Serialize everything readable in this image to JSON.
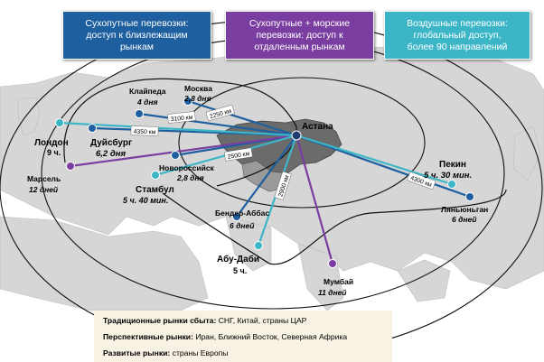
{
  "headers": {
    "land": "Сухопутные перевозки:\nдоступ  к близлежащим\nрынкам",
    "land_sea": "Сухопутные + морские\nперевозки: доступ к\nотдаленным рынкам",
    "air": "Воздушные  перевозки:\nглобальный доступ,\nболее 90 направлений"
  },
  "colors": {
    "land": "#1e5f9f",
    "sea": "#7a3ea0",
    "air": "#3cb6c7",
    "kazakhstan": "#6b6b6b",
    "land_mass": "#d6d6d6"
  },
  "hub": {
    "name": "Астана"
  },
  "cities": [
    {
      "name": "Клайпеда",
      "time": "4 дня"
    },
    {
      "name": "Москва",
      "time": "2,8 дня"
    },
    {
      "name": "Лондон",
      "time": "9 ч."
    },
    {
      "name": "Дуйсбург",
      "time": "6,2 дня"
    },
    {
      "name": "Марсель",
      "time": "12 дней"
    },
    {
      "name": "Новороссийск",
      "time": "2,8 дня"
    },
    {
      "name": "Стамбул",
      "time": "5 ч. 40 мин."
    },
    {
      "name": "Бендер-Аббас",
      "time": "6 дней"
    },
    {
      "name": "Абу-Даби",
      "time": "5 ч."
    },
    {
      "name": "Мумбай",
      "time": "11 дней"
    },
    {
      "name": "Пекин",
      "time": "5 ч.  30 мин."
    },
    {
      "name": "Ляньюньган",
      "time": "6 дней"
    }
  ],
  "distances": [
    "2250 км",
    "3100 км",
    "4350 км",
    "2500 км",
    "2900 км",
    "4300 км"
  ],
  "legend": {
    "traditional_label": "Традиционные  рынки сбыта:",
    "traditional_value": "СНГ, Китай, страны ЦАР",
    "prospective_label": "Перспективные рынки:",
    "prospective_value": "Иран, Ближний Восток, Северная Африка",
    "developed_label": "Развитые рынки:",
    "developed_value": "страны Европы"
  }
}
